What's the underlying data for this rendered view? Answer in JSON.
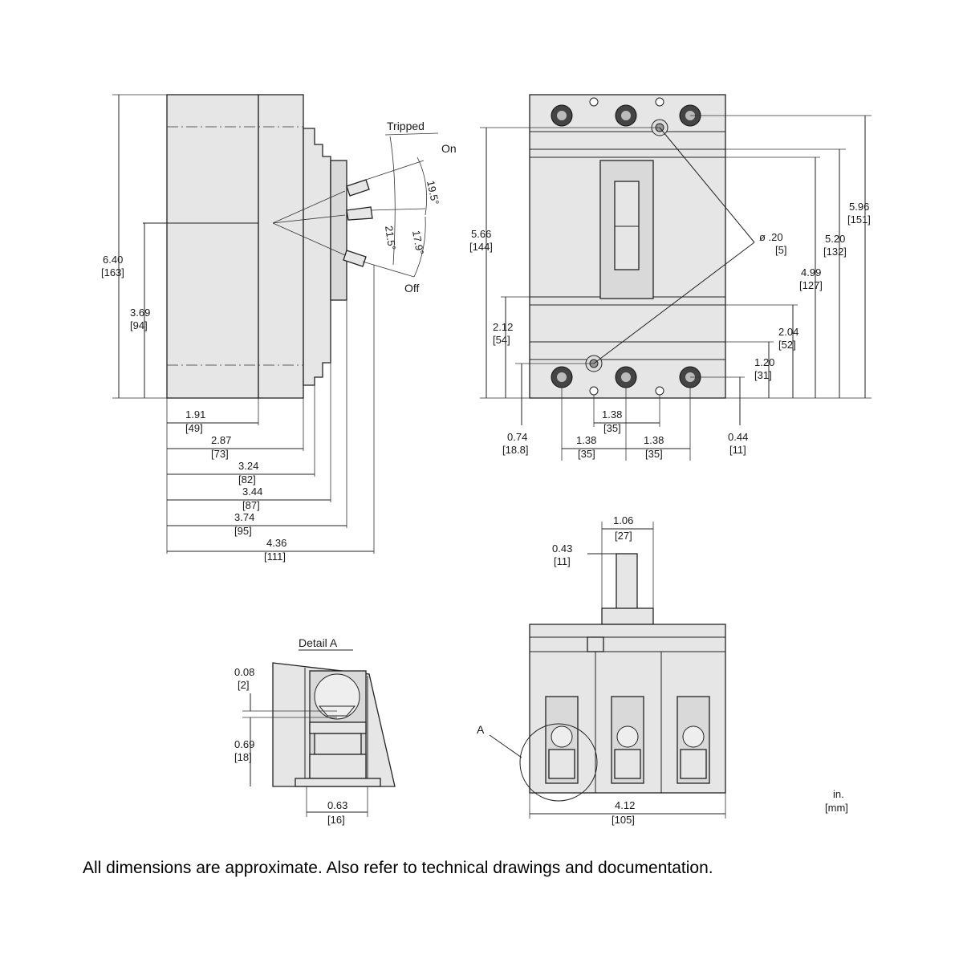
{
  "side_view": {
    "overall_height": {
      "in": "6.40",
      "mm": "[163]"
    },
    "handle_height": {
      "in": "3.69",
      "mm": "[94]"
    },
    "depths": [
      {
        "in": "1.91",
        "mm": "[49]"
      },
      {
        "in": "2.87",
        "mm": "[73]"
      },
      {
        "in": "3.24",
        "mm": "[82]"
      },
      {
        "in": "3.44",
        "mm": "[87]"
      },
      {
        "in": "3.74",
        "mm": "[95]"
      },
      {
        "in": "4.36",
        "mm": "[111]"
      }
    ],
    "handle_positions": {
      "tripped": "Tripped",
      "on": "On",
      "off": "Off"
    },
    "angles": {
      "on_angle": "19.5°",
      "tripped_angle": "21.5°",
      "off_angle": "17.9°"
    }
  },
  "front_view": {
    "left_height": {
      "in": "5.66",
      "mm": "[144]"
    },
    "right_height_outer": {
      "in": "5.96",
      "mm": "[151]"
    },
    "right_height_mid": {
      "in": "5.20",
      "mm": "[132]"
    },
    "right_height_inner": {
      "in": "4.99",
      "mm": "[127]"
    },
    "hole_dia": {
      "in": "ø .20",
      "mm": "[5]"
    },
    "left_lower": {
      "in": "2.12",
      "mm": "[54]"
    },
    "right_lower": {
      "in": "2.04",
      "mm": "[52]"
    },
    "right_bottom": {
      "in": "1.20",
      "mm": "[31]"
    },
    "bottom_left": {
      "in": "0.74",
      "mm": "[18.8]"
    },
    "hole_spacing": {
      "in": "1.38",
      "mm": "[35]"
    },
    "pole_spacing_left": {
      "in": "1.38",
      "mm": "[35]"
    },
    "pole_spacing_right": {
      "in": "1.38",
      "mm": "[35]"
    },
    "bottom_right": {
      "in": "0.44",
      "mm": "[11]"
    }
  },
  "bottom_view": {
    "handle_width": {
      "in": "1.06",
      "mm": "[27]"
    },
    "handle_offset": {
      "in": "0.43",
      "mm": "[11]"
    },
    "overall_width": {
      "in": "4.12",
      "mm": "[105]"
    },
    "detail_callout": "A"
  },
  "detail_a": {
    "title": "Detail A",
    "top": {
      "in": "0.08",
      "mm": "[2]"
    },
    "height": {
      "in": "0.69",
      "mm": "[18]"
    },
    "width": {
      "in": "0.63",
      "mm": "[16]"
    }
  },
  "units": {
    "in": "in.",
    "mm": "[mm]"
  },
  "footer": "All dimensions are approximate.  Also refer to technical drawings and documentation."
}
